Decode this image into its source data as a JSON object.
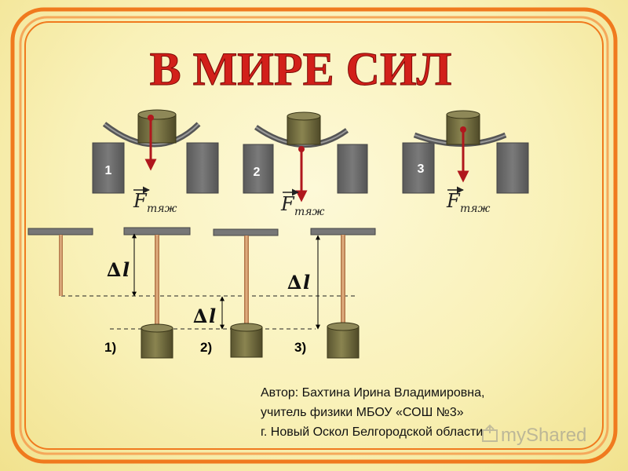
{
  "title": "В МИРЕ СИЛ",
  "supports": {
    "labels": [
      "1",
      "2",
      "3"
    ],
    "force_letter": "F",
    "force_subscript": "тяж"
  },
  "springs": {
    "delta_symbol": "∆",
    "l_symbol": "l",
    "labels": [
      "1)",
      "2)",
      "3)"
    ]
  },
  "author": {
    "line1": "Автор: Бахтина Ирина Владимировна,",
    "line2": "учитель физики МБОУ «СОШ №3»",
    "line3": "г. Новый Оскол Белгородской области"
  },
  "watermark": "myShared",
  "colors": {
    "frame": "#f07a1e",
    "title": "#d2201a",
    "weight": "#6f6a3e",
    "block": "#6b6b6b",
    "arrow": "#b0171d",
    "spring": "#c58a5c"
  }
}
